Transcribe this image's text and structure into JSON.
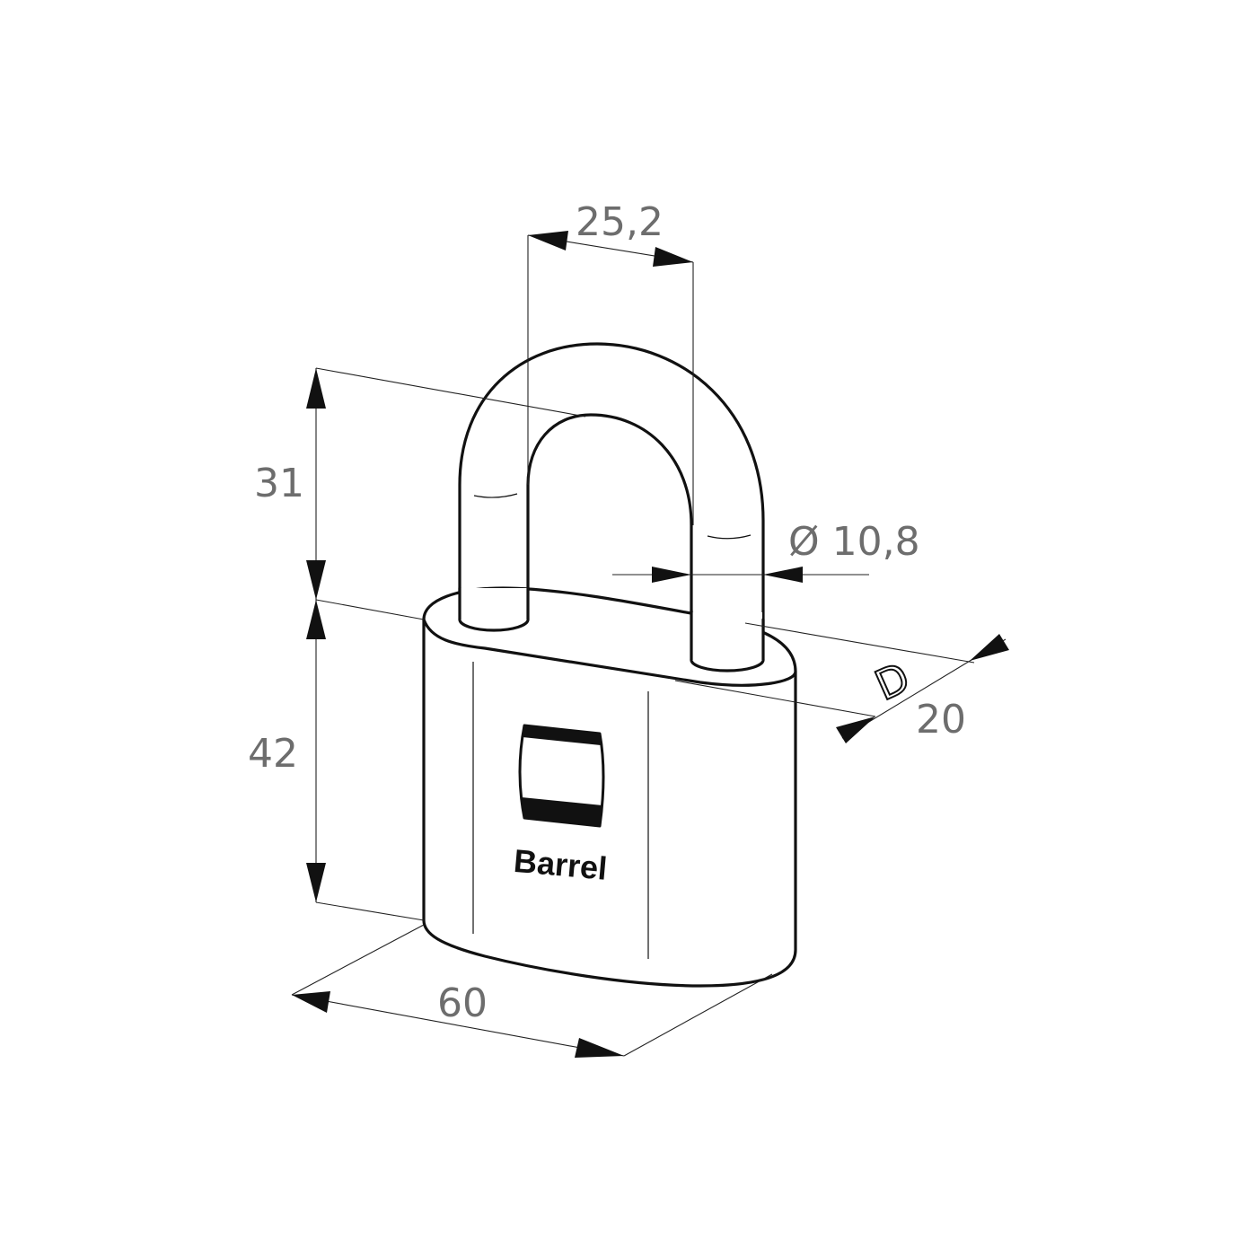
{
  "drawing": {
    "subject": "padlock",
    "brand_label": "Barrel",
    "depth_letter": "D",
    "dimensions": {
      "shackle_inner_width": "25,2",
      "shackle_clearance": "31",
      "shackle_diameter": "Ø 10,8",
      "body_height": "42",
      "body_width": "60",
      "body_depth": "20"
    },
    "colors": {
      "line": "#111111",
      "dimension_text": "#6d6d6d",
      "background": "#ffffff"
    }
  }
}
